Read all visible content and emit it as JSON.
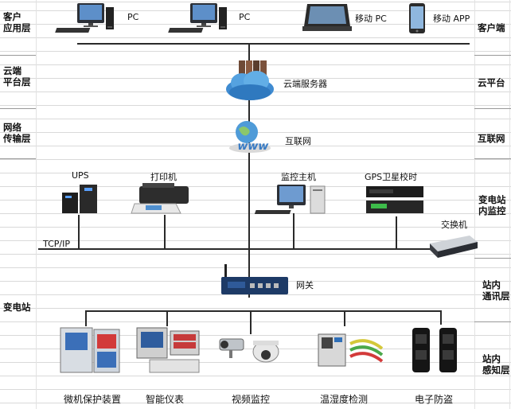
{
  "left_layers": [
    {
      "text": "客户\n应用层"
    },
    {
      "text": "云端\n平台层"
    },
    {
      "text": "网络\n传输层"
    },
    {
      "text": "变电站"
    }
  ],
  "right_layers": [
    {
      "text": "客户端"
    },
    {
      "text": "云平台"
    },
    {
      "text": "互联网"
    },
    {
      "text": "变电站\n内监控"
    },
    {
      "text": "站内\n通讯层"
    },
    {
      "text": "站内\n感知层"
    }
  ],
  "client": {
    "pc1": "PC",
    "pc2": "PC",
    "tablet": "移动 PC",
    "phone": "移动 APP"
  },
  "cloud": {
    "server": "云端服务器"
  },
  "internet": {
    "label": "互联网"
  },
  "substation": {
    "ups": "UPS",
    "printer": "打印机",
    "monitor_host": "监控主机",
    "gps": "GPS卫星校时",
    "switch": "交换机",
    "tcpip": "TCP/IP",
    "gateway": "网关"
  },
  "sensors": {
    "protection": "微机保护装置",
    "meter": "智能仪表",
    "video": "视频监控",
    "temp": "温湿度检测",
    "fence": "电子防盗"
  }
}
